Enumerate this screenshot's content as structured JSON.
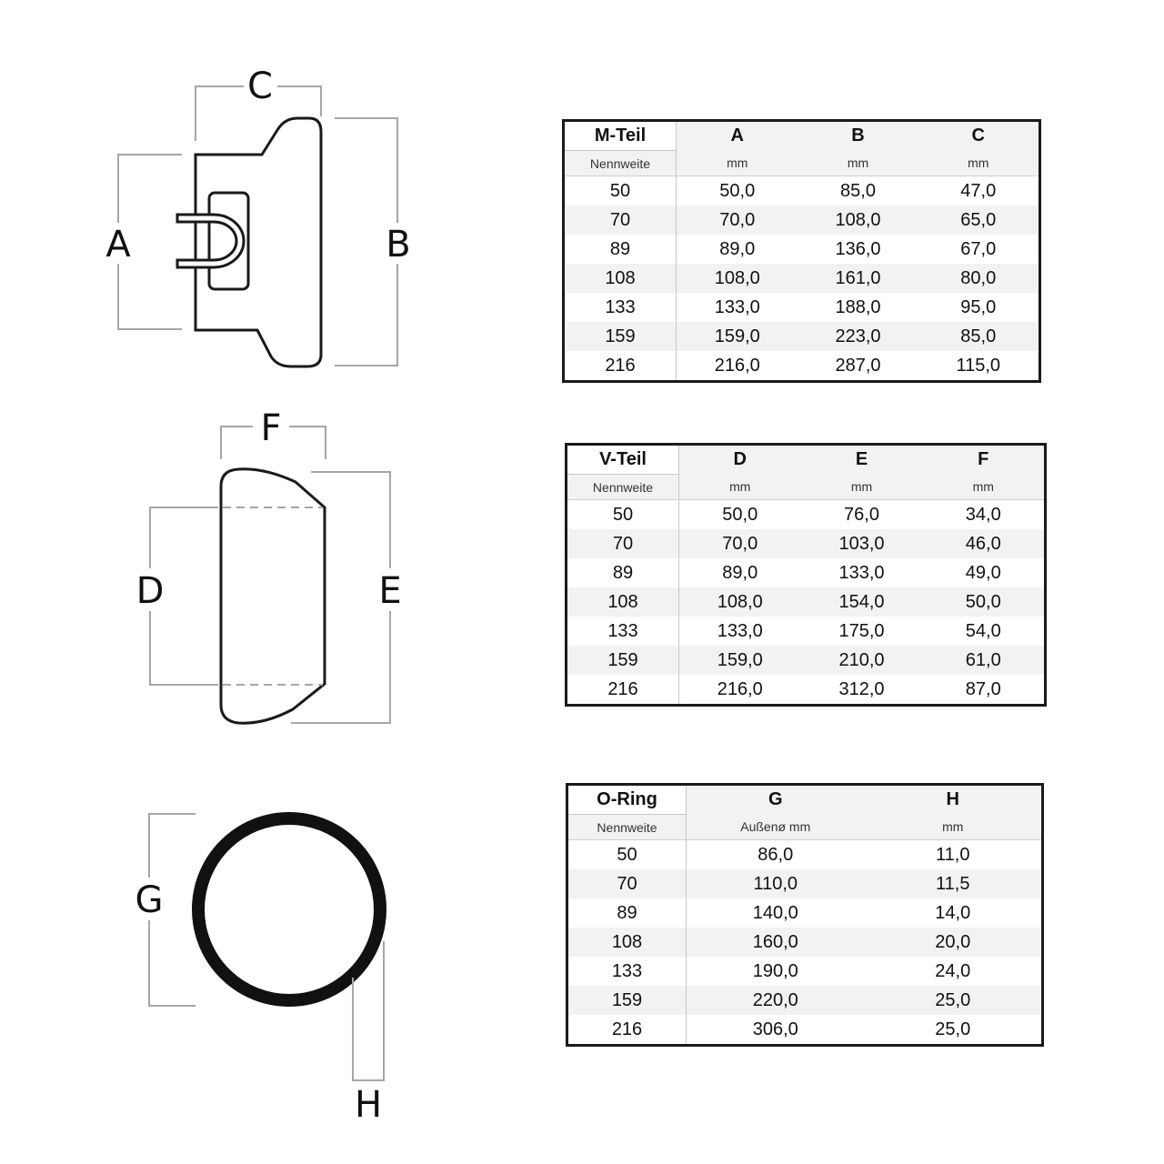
{
  "labels": {
    "a": "A",
    "b": "B",
    "c": "C",
    "d": "D",
    "e": "E",
    "f": "F",
    "g": "G",
    "h": "H"
  },
  "colors": {
    "line": "#1a1a1a",
    "dim": "#a6a6a6",
    "stripe": "#f2f2f2"
  },
  "m_teil": {
    "columns": [
      "M-Teil",
      "A",
      "B",
      "C"
    ],
    "units": [
      "Nennweite",
      "mm",
      "mm",
      "mm"
    ],
    "rows": [
      [
        "50",
        "50,0",
        "85,0",
        "47,0"
      ],
      [
        "70",
        "70,0",
        "108,0",
        "65,0"
      ],
      [
        "89",
        "89,0",
        "136,0",
        "67,0"
      ],
      [
        "108",
        "108,0",
        "161,0",
        "80,0"
      ],
      [
        "133",
        "133,0",
        "188,0",
        "95,0"
      ],
      [
        "159",
        "159,0",
        "223,0",
        "85,0"
      ],
      [
        "216",
        "216,0",
        "287,0",
        "115,0"
      ]
    ]
  },
  "v_teil": {
    "columns": [
      "V-Teil",
      "D",
      "E",
      "F"
    ],
    "units": [
      "Nennweite",
      "mm",
      "mm",
      "mm"
    ],
    "rows": [
      [
        "50",
        "50,0",
        "76,0",
        "34,0"
      ],
      [
        "70",
        "70,0",
        "103,0",
        "46,0"
      ],
      [
        "89",
        "89,0",
        "133,0",
        "49,0"
      ],
      [
        "108",
        "108,0",
        "154,0",
        "50,0"
      ],
      [
        "133",
        "133,0",
        "175,0",
        "54,0"
      ],
      [
        "159",
        "159,0",
        "210,0",
        "61,0"
      ],
      [
        "216",
        "216,0",
        "312,0",
        "87,0"
      ]
    ]
  },
  "o_ring": {
    "columns": [
      "O-Ring",
      "G",
      "H"
    ],
    "units": [
      "Nennweite",
      "Außenø mm",
      "mm"
    ],
    "rows": [
      [
        "50",
        "86,0",
        "11,0"
      ],
      [
        "70",
        "110,0",
        "11,5"
      ],
      [
        "89",
        "140,0",
        "14,0"
      ],
      [
        "108",
        "160,0",
        "20,0"
      ],
      [
        "133",
        "190,0",
        "24,0"
      ],
      [
        "159",
        "220,0",
        "25,0"
      ],
      [
        "216",
        "306,0",
        "25,0"
      ]
    ]
  }
}
